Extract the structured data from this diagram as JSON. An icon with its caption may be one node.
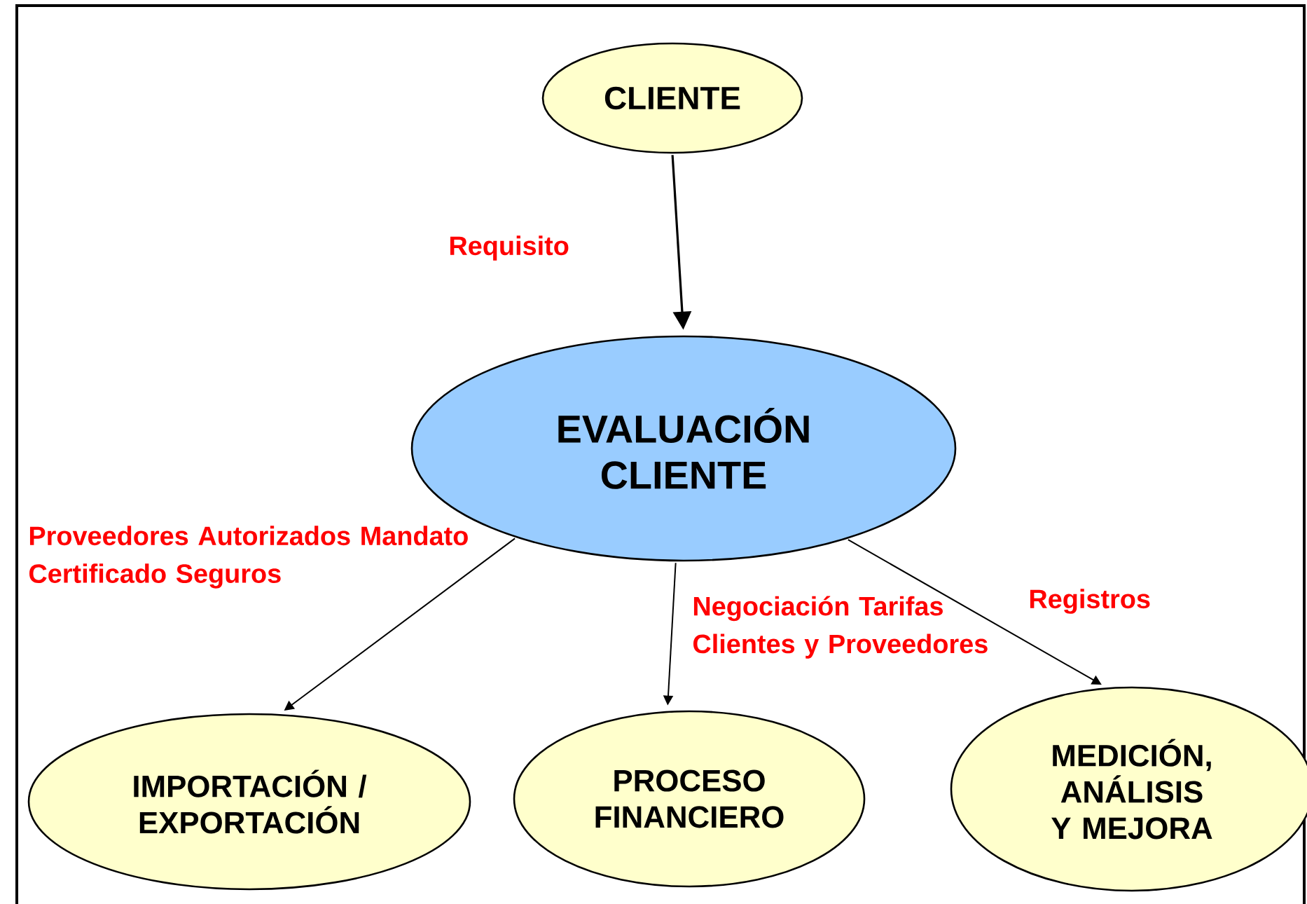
{
  "diagram": {
    "nodes": [
      {
        "text": [
          "CLIENTE"
        ]
      },
      {
        "text": [
          "EVALUACIÓN CLIENTE"
        ]
      },
      {
        "text": [
          "IMPORTACIÓN / EXPORTACIÓN"
        ]
      },
      {
        "text": [
          "PROCESO FINANCIERO"
        ]
      },
      {
        "text": [
          "MEDICIÓN, ANÁLISIS Y MEJORA"
        ]
      }
    ],
    "edges": [
      {
        "from": 0,
        "to": 1,
        "arrow": "to",
        "label": "Requisito"
      },
      {
        "from": 1,
        "to": 2,
        "arrow": "to",
        "label": "Proveedores Autorizados Mandato Certificado Seguros"
      },
      {
        "from": 1,
        "to": 3,
        "arrow": "to",
        "label": "Negociación Tarifas Clientes y Proveedores"
      },
      {
        "from": 1,
        "to": 4,
        "arrow": "to",
        "label": "Registros"
      }
    ]
  }
}
